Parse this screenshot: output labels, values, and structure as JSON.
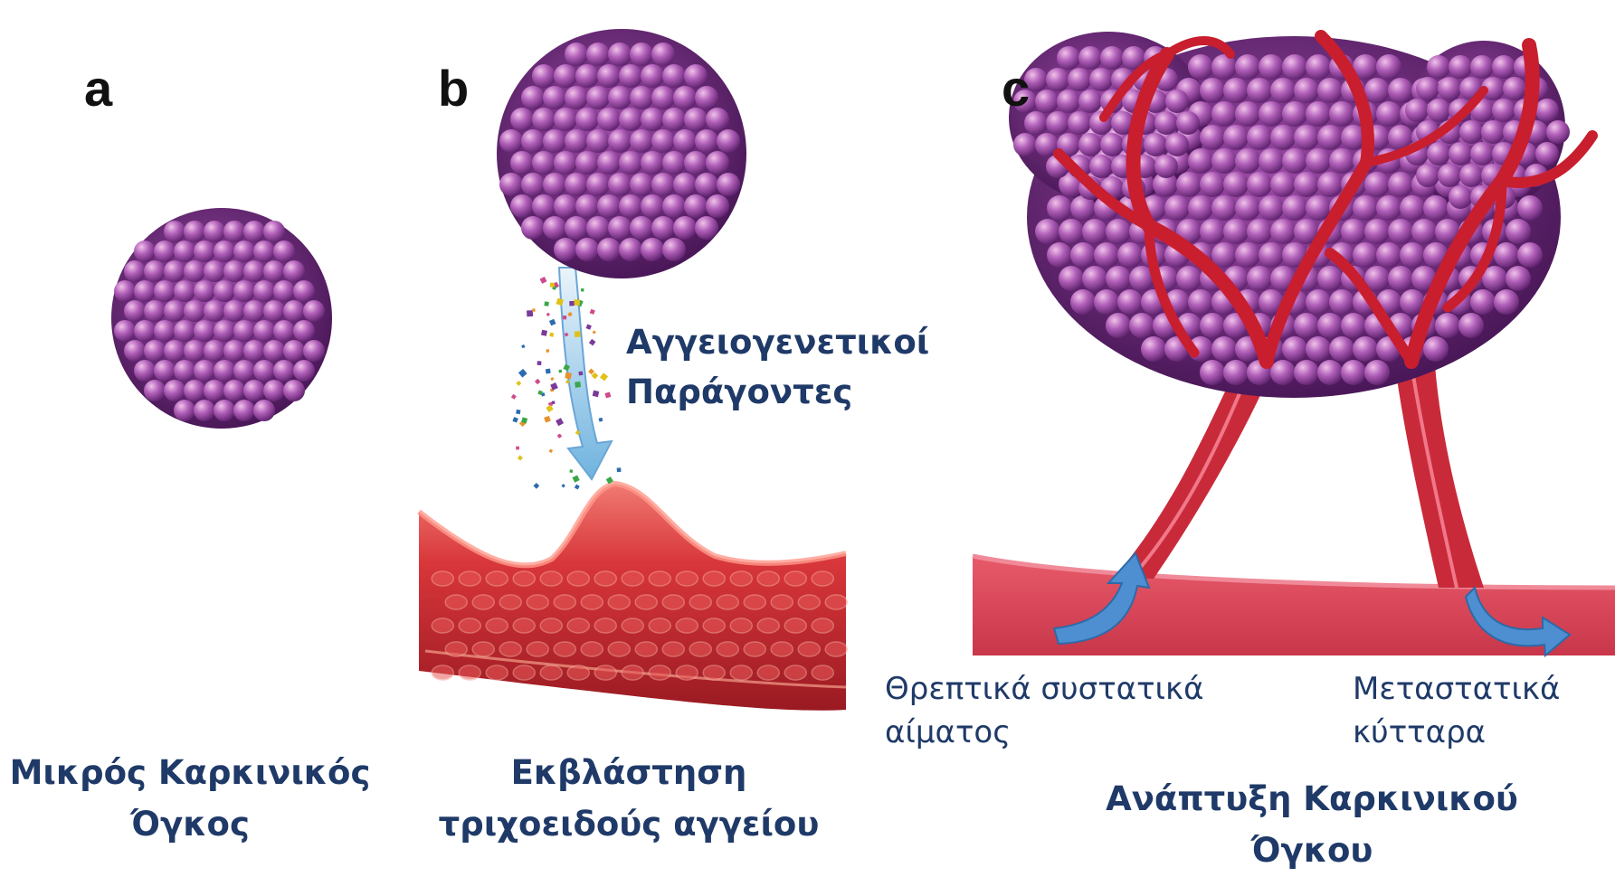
{
  "panels": [
    {
      "letter": "a",
      "caption": [
        "Μικρός Καρκινικός",
        "Όγκος"
      ]
    },
    {
      "letter": "b",
      "label": [
        "Αγγειογενετικοί",
        "Παράγοντες"
      ],
      "caption": [
        "Εκβλάστηση",
        "τριχοειδούς αγγείου"
      ]
    },
    {
      "letter": "c",
      "annotations": {
        "left": [
          "Θρεπτικά συστατικά",
          "αίματος"
        ],
        "right": [
          "Μεταστατικά",
          "κύτταρα"
        ]
      },
      "caption": [
        "Ανάπτυξη Καρκινικού",
        "Όγκου"
      ]
    }
  ],
  "colors": {
    "text": "#1f3a68",
    "tumor": "#8a3f9a",
    "vessel": "#c9242e",
    "arrow": "#4a86c5"
  }
}
